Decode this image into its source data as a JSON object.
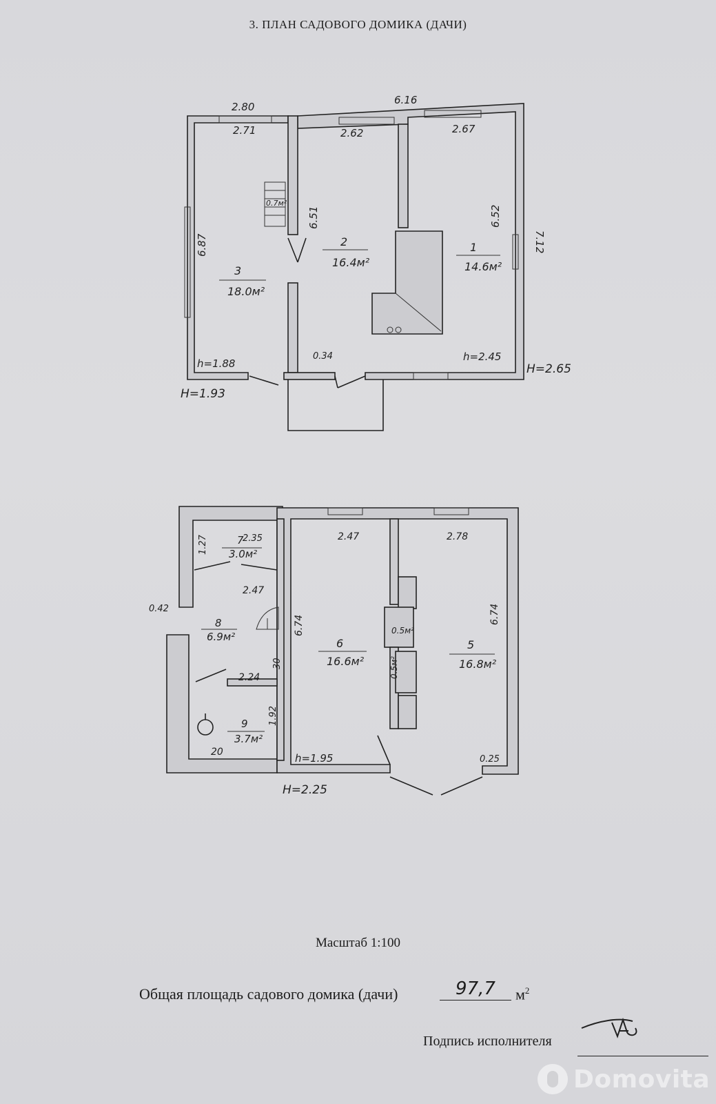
{
  "title": "3. ПЛАН САДОВОГО ДОМИКА (ДАЧИ)",
  "floor1": {
    "dims": {
      "top_left_outer": "2.80",
      "top_total": "6.16",
      "r3_width": "2.71",
      "r2_width": "2.62",
      "r1_width": "2.67",
      "r3_depth": "6.87",
      "r2_depth": "6.51",
      "r1_depth": "6.52",
      "right_outer": "7.12",
      "door_width": "0.34",
      "stair_area": "0.7м²"
    },
    "rooms": [
      {
        "number": "3",
        "area": "18.0м²"
      },
      {
        "number": "2",
        "area": "16.4м²"
      },
      {
        "number": "1",
        "area": "14.6м²"
      }
    ],
    "heights": {
      "h_left": "h=1.88",
      "h_right": "h=2.45",
      "H_left": "H=1.93",
      "H_right": "H=2.65"
    }
  },
  "floor2": {
    "dims": {
      "r7_width": "2.35",
      "r7_depth": "1.27",
      "r8_width_top": "2.47",
      "wall_042": "0.42",
      "r8_side": "30",
      "r9_width": "2.24",
      "r9_depth": "1.92",
      "r9_bottom": "20",
      "r6_width": "2.47",
      "r5_width": "2.78",
      "r6_depth": "6.74",
      "r5_depth": "6.74",
      "wall_025": "0.25",
      "small_a": "0.5м²",
      "small_b": "0.5м²"
    },
    "rooms": [
      {
        "number": "7",
        "area": "3.0м²"
      },
      {
        "number": "8",
        "area": "6.9м²"
      },
      {
        "number": "9",
        "area": "3.7м²"
      },
      {
        "number": "6",
        "area": "16.6м²"
      },
      {
        "number": "5",
        "area": "16.8м²"
      }
    ],
    "heights": {
      "h": "h=1.95",
      "H": "H=2.25"
    }
  },
  "scale_label": "Масштаб 1:100",
  "total_label": "Общая площадь садового домика (дачи)",
  "total_value": "97,7",
  "total_unit": "м",
  "total_unit_sup": "2",
  "signature_label": "Подпись исполнителя",
  "watermark": "Domovita"
}
